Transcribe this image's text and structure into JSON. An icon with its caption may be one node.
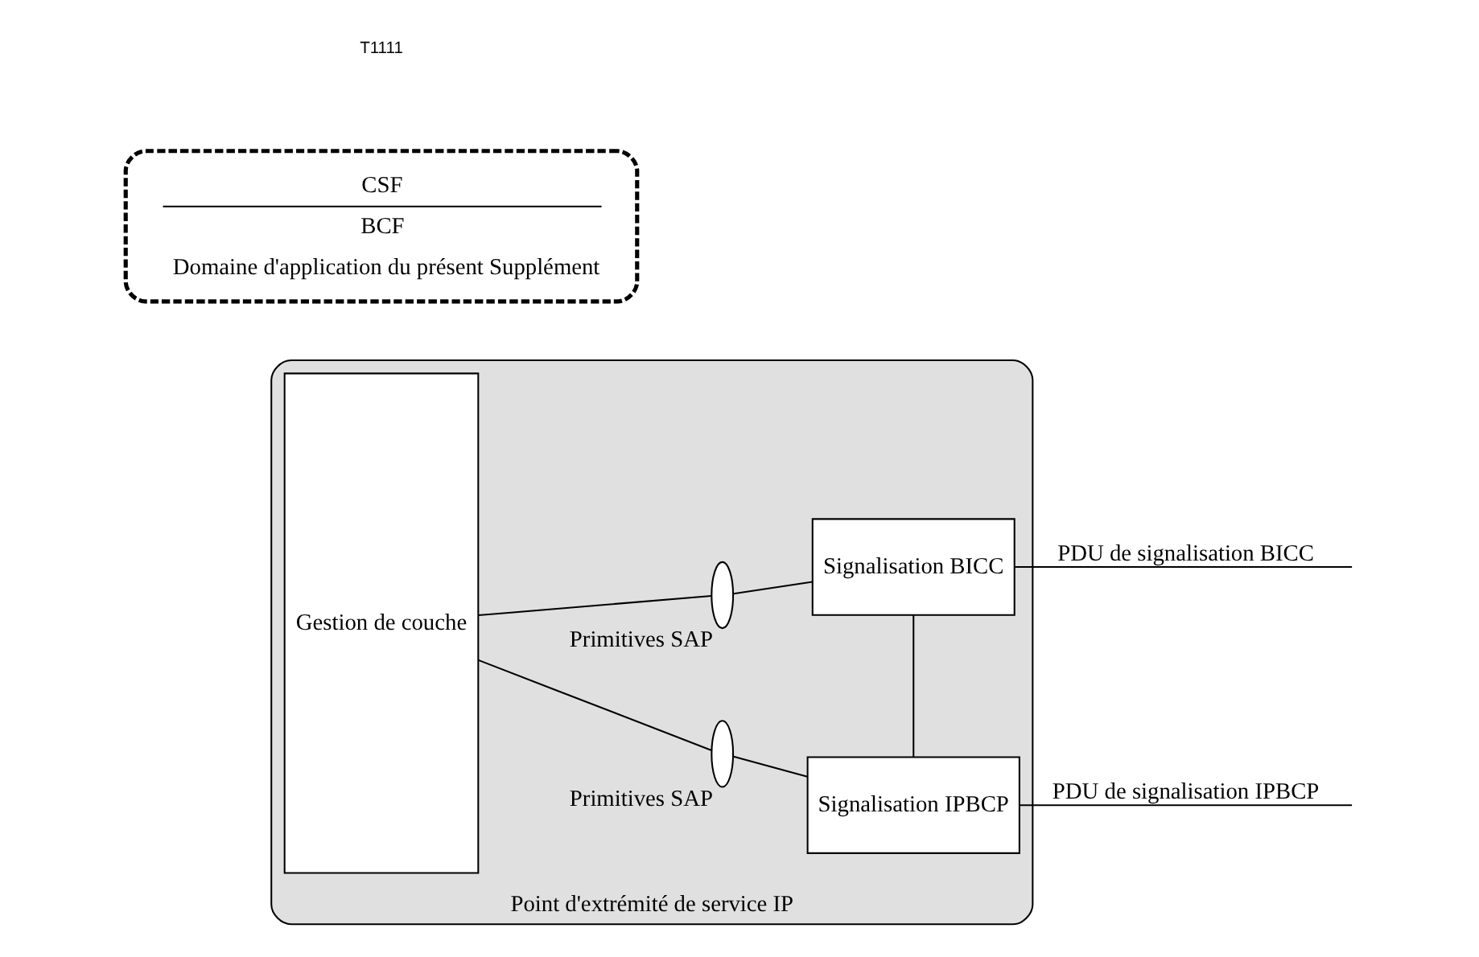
{
  "diagram": {
    "nodes": [
      {
        "text": [
          "Point d'extrémité de service IP"
        ]
      },
      {
        "text": [
          "Gestion de couche"
        ],
        "in": 0
      },
      {
        "text": [
          "Signalisation BICC"
        ],
        "in": 0
      },
      {
        "text": [
          "Signalisation IPBCP"
        ],
        "in": 0
      },
      {
        "text": [],
        "shape": "ellipse",
        "beside": [
          "Primitives SAP"
        ],
        "in": 0
      },
      {
        "text": [],
        "shape": "ellipse",
        "beside": [
          "Primitives SAP"
        ],
        "in": 0
      },
      {
        "text": [
          "CSF",
          "BCF",
          "Domaine d'application du présent Supplément"
        ]
      }
    ],
    "edges": [
      {
        "from": 1,
        "to": 4,
        "arrow": "none"
      },
      {
        "from": 4,
        "to": 2,
        "arrow": "none"
      },
      {
        "from": 1,
        "to": 5,
        "arrow": "none"
      },
      {
        "from": 5,
        "to": 3,
        "arrow": "none"
      },
      {
        "from": 2,
        "to": 3,
        "arrow": "none"
      },
      {
        "from": 2,
        "to": null,
        "label": "PDU de signalisation BICC",
        "arrow": "none"
      },
      {
        "from": 3,
        "to": null,
        "label": "PDU de signalisation IPBCP",
        "arrow": "none"
      }
    ],
    "labels": [
      "T1111"
    ]
  }
}
